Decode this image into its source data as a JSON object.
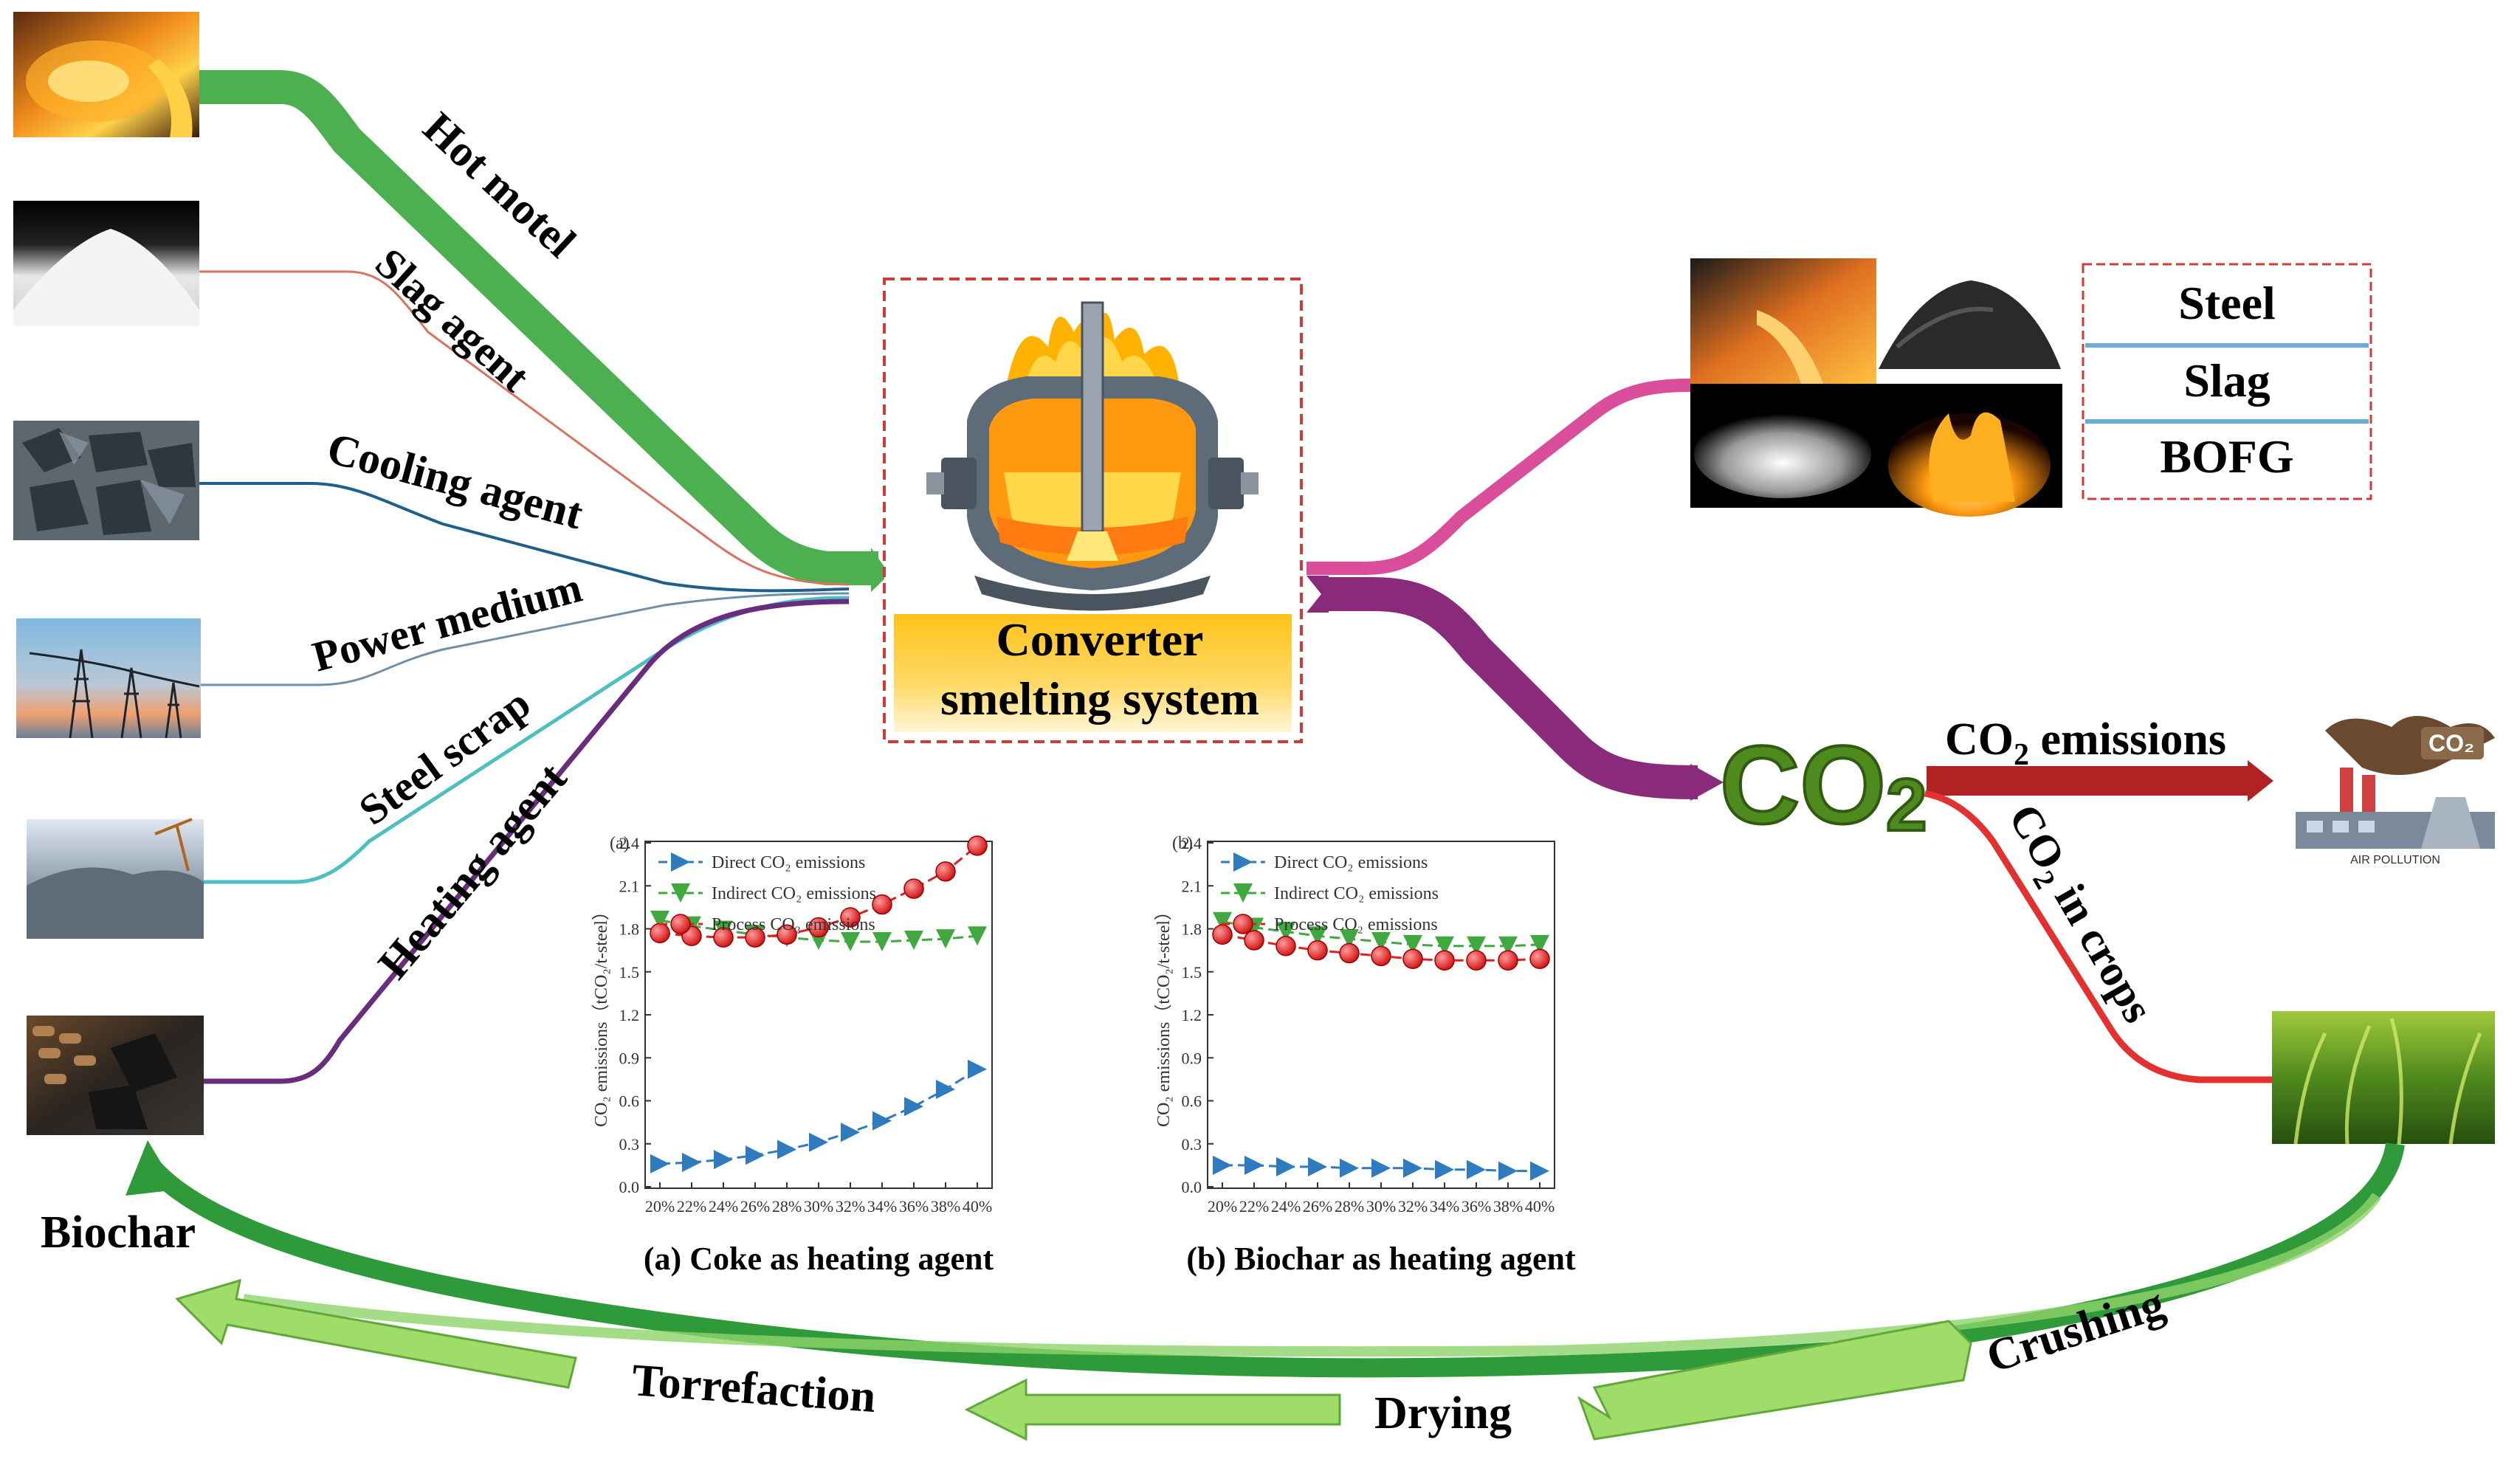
{
  "inputs": {
    "hot_metal": "Hot motel",
    "slag_agent": "Slag agent",
    "cooling_agent": "Cooling agent",
    "power_medium": "Power medium",
    "steel_scrap": "Steel scrap",
    "heating_agent": "Heating agent"
  },
  "converter": {
    "line1": "Converter",
    "line2": "smelting system"
  },
  "outputs": {
    "items": [
      "Steel",
      "Slag",
      "BOFG"
    ]
  },
  "co2": {
    "badge": "CO",
    "badge_sub": "2",
    "emissions_pre": "CO",
    "emissions_sub": "2",
    "emissions_post": " emissions",
    "crops_pre": "CO",
    "crops_sub": "2",
    "crops_post": " in crops",
    "factory_badge": "CO₂",
    "factory_caption": "AIR POLLUTION"
  },
  "cycle": {
    "crushing": "Crushing",
    "drying": "Drying",
    "torrefaction": "Torrefaction",
    "biochar": "Biochar"
  },
  "colors": {
    "hot_metal": "#4caf50",
    "slag_agent": "#d9735e",
    "cooling_agent": "#1f5f8b",
    "power_medium": "#6f8fa8",
    "steel_scrap": "#4dbfc0",
    "heating_agent": "#6a2d7e",
    "output_pink": "#d94d9a",
    "output_purple": "#8a2a7a",
    "co2_red": "#b22222",
    "crops_red": "#e53030",
    "cycle_green": "#7ec850",
    "direct": "#2f7bbf",
    "indirect": "#3fa83f",
    "process": "#e02020"
  },
  "chart_data": [
    {
      "type": "line",
      "panel_label": "(a)",
      "caption": "(a) Coke as heating agent",
      "ylabel": "CO₂ emissions（tCO₂/t-steel）",
      "ylim": [
        0,
        2.4
      ],
      "yticks": [
        "0.0",
        "0.3",
        "0.6",
        "0.9",
        "1.2",
        "1.5",
        "1.8",
        "2.1",
        "2.4"
      ],
      "categories": [
        "20%",
        "22%",
        "24%",
        "26%",
        "28%",
        "30%",
        "32%",
        "34%",
        "36%",
        "38%",
        "40%"
      ],
      "series": [
        {
          "name": "Direct CO₂ emissions",
          "marker": "triangle-right",
          "values": [
            0.16,
            0.17,
            0.19,
            0.22,
            0.26,
            0.31,
            0.38,
            0.46,
            0.56,
            0.68,
            0.82
          ]
        },
        {
          "name": "Indirect CO₂ emissions",
          "marker": "triangle-down",
          "values": [
            1.86,
            1.82,
            1.79,
            1.76,
            1.74,
            1.72,
            1.71,
            1.71,
            1.72,
            1.73,
            1.75
          ]
        },
        {
          "name": "Process CO₂ emissions",
          "marker": "circle",
          "values": [
            1.77,
            1.75,
            1.74,
            1.74,
            1.76,
            1.81,
            1.88,
            1.97,
            2.08,
            2.2,
            2.38
          ]
        }
      ]
    },
    {
      "type": "line",
      "panel_label": "(b)",
      "caption": "(b) Biochar as heating agent",
      "ylabel": "CO₂ emissions（tCO₂/t-steel）",
      "ylim": [
        0,
        2.4
      ],
      "yticks": [
        "0.0",
        "0.3",
        "0.6",
        "0.9",
        "1.2",
        "1.5",
        "1.8",
        "2.1",
        "2.4"
      ],
      "categories": [
        "20%",
        "22%",
        "24%",
        "26%",
        "28%",
        "30%",
        "32%",
        "34%",
        "36%",
        "38%",
        "40%"
      ],
      "series": [
        {
          "name": "Direct CO₂ emissions",
          "marker": "triangle-right",
          "values": [
            0.15,
            0.15,
            0.14,
            0.14,
            0.13,
            0.13,
            0.13,
            0.12,
            0.12,
            0.11,
            0.11
          ]
        },
        {
          "name": "Indirect CO₂ emissions",
          "marker": "triangle-down",
          "values": [
            1.85,
            1.81,
            1.78,
            1.75,
            1.73,
            1.71,
            1.69,
            1.68,
            1.68,
            1.68,
            1.69
          ]
        },
        {
          "name": "Process CO₂ emissions",
          "marker": "circle",
          "values": [
            1.76,
            1.72,
            1.68,
            1.65,
            1.63,
            1.61,
            1.59,
            1.58,
            1.58,
            1.58,
            1.59
          ]
        }
      ]
    }
  ]
}
